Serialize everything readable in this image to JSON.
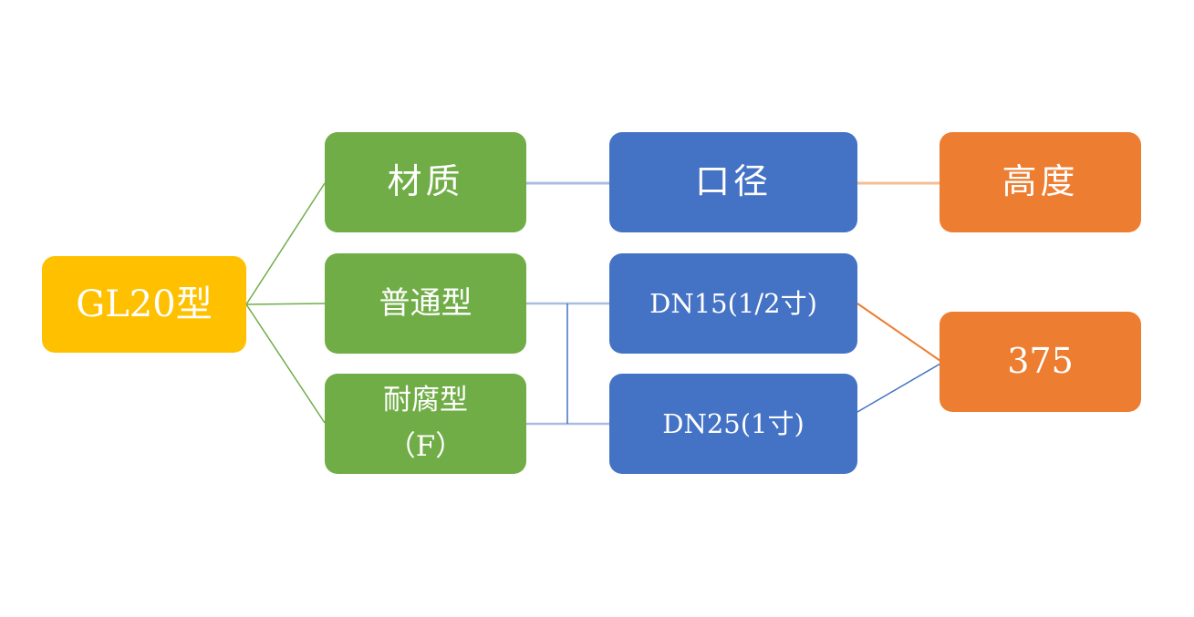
{
  "diagram": {
    "title": "",
    "background_color": "#FFFFFF",
    "text_color": "#FFFFFF",
    "root": {
      "label": "GL20型",
      "color": "#FFC000"
    },
    "material_branch": [
      {
        "label": "材质",
        "color": "#70AD47"
      },
      {
        "label": "普通型",
        "color": "#70AD47"
      },
      {
        "label": "耐腐型",
        "label2": "（F）",
        "color": "#70AD47"
      }
    ],
    "caliber_branch": [
      {
        "label": "口径",
        "color": "#4472C4"
      },
      {
        "label": "DN15(1/2寸)",
        "color": "#4472C4"
      },
      {
        "label": "DN25(1寸)",
        "color": "#4472C4"
      }
    ],
    "height_branch": [
      {
        "label": "高度",
        "color": "#ED7D31"
      },
      {
        "label": "375",
        "color": "#ED7D31"
      }
    ],
    "connections": [
      "GL20型 → 材质",
      "GL20型 → 普通型",
      "GL20型 → 耐腐型（F）",
      "材质 → 口径",
      "口径 → 高度",
      "普通型 → DN15(1/2寸)",
      "耐腐型（F） → DN25(1寸)",
      "普通型/耐腐型 ↔ DN15/DN25 (cross link)",
      "DN15(1/2寸) → 375",
      "DN25(1寸) → 375"
    ],
    "connector_colors": {
      "green": "#70AD47",
      "light_blue": "#A9BDE2",
      "blue": "#4472C4",
      "light_orange": "#F4BD93",
      "orange": "#ED7D31"
    }
  }
}
